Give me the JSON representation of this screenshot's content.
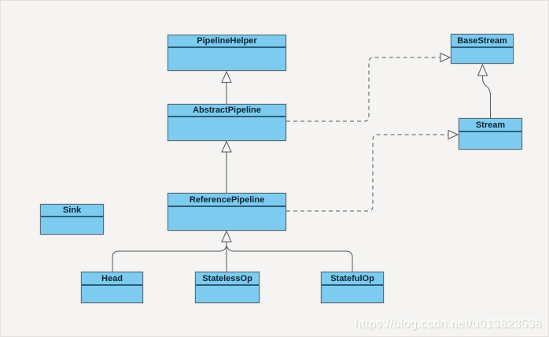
{
  "diagram": {
    "type": "uml-class-diagram",
    "colors": {
      "background": "#f5f4f2",
      "class_fill": "#7dcbee",
      "class_border": "#5a6e78",
      "title_separator": "#2a5f78",
      "title_text": "#0b2535",
      "connector_line": "#585858"
    },
    "classes": [
      {
        "name": "PipelineHelper"
      },
      {
        "name": "AbstractPipeline"
      },
      {
        "name": "ReferencePipeline"
      },
      {
        "name": "BaseStream"
      },
      {
        "name": "Stream"
      },
      {
        "name": "Sink"
      },
      {
        "name": "Head"
      },
      {
        "name": "StatelessOp"
      },
      {
        "name": "StatefulOp"
      }
    ],
    "relationships": [
      {
        "from": "AbstractPipeline",
        "to": "PipelineHelper",
        "type": "generalization",
        "line": "solid",
        "arrow": "hollow-triangle"
      },
      {
        "from": "ReferencePipeline",
        "to": "AbstractPipeline",
        "type": "generalization",
        "line": "solid",
        "arrow": "hollow-triangle"
      },
      {
        "from": "Head",
        "to": "ReferencePipeline",
        "type": "generalization",
        "line": "solid",
        "arrow": "hollow-triangle"
      },
      {
        "from": "StatelessOp",
        "to": "ReferencePipeline",
        "type": "generalization",
        "line": "solid",
        "arrow": "hollow-triangle"
      },
      {
        "from": "StatefulOp",
        "to": "ReferencePipeline",
        "type": "generalization",
        "line": "solid",
        "arrow": "hollow-triangle"
      },
      {
        "from": "Stream",
        "to": "BaseStream",
        "type": "generalization",
        "line": "solid",
        "arrow": "hollow-triangle"
      },
      {
        "from": "AbstractPipeline",
        "to": "BaseStream",
        "type": "realization",
        "line": "dashed",
        "arrow": "hollow-triangle"
      },
      {
        "from": "ReferencePipeline",
        "to": "Stream",
        "type": "realization",
        "line": "dashed",
        "arrow": "hollow-triangle"
      }
    ],
    "watermark": "https://blog.csdn.net/u013823538"
  }
}
